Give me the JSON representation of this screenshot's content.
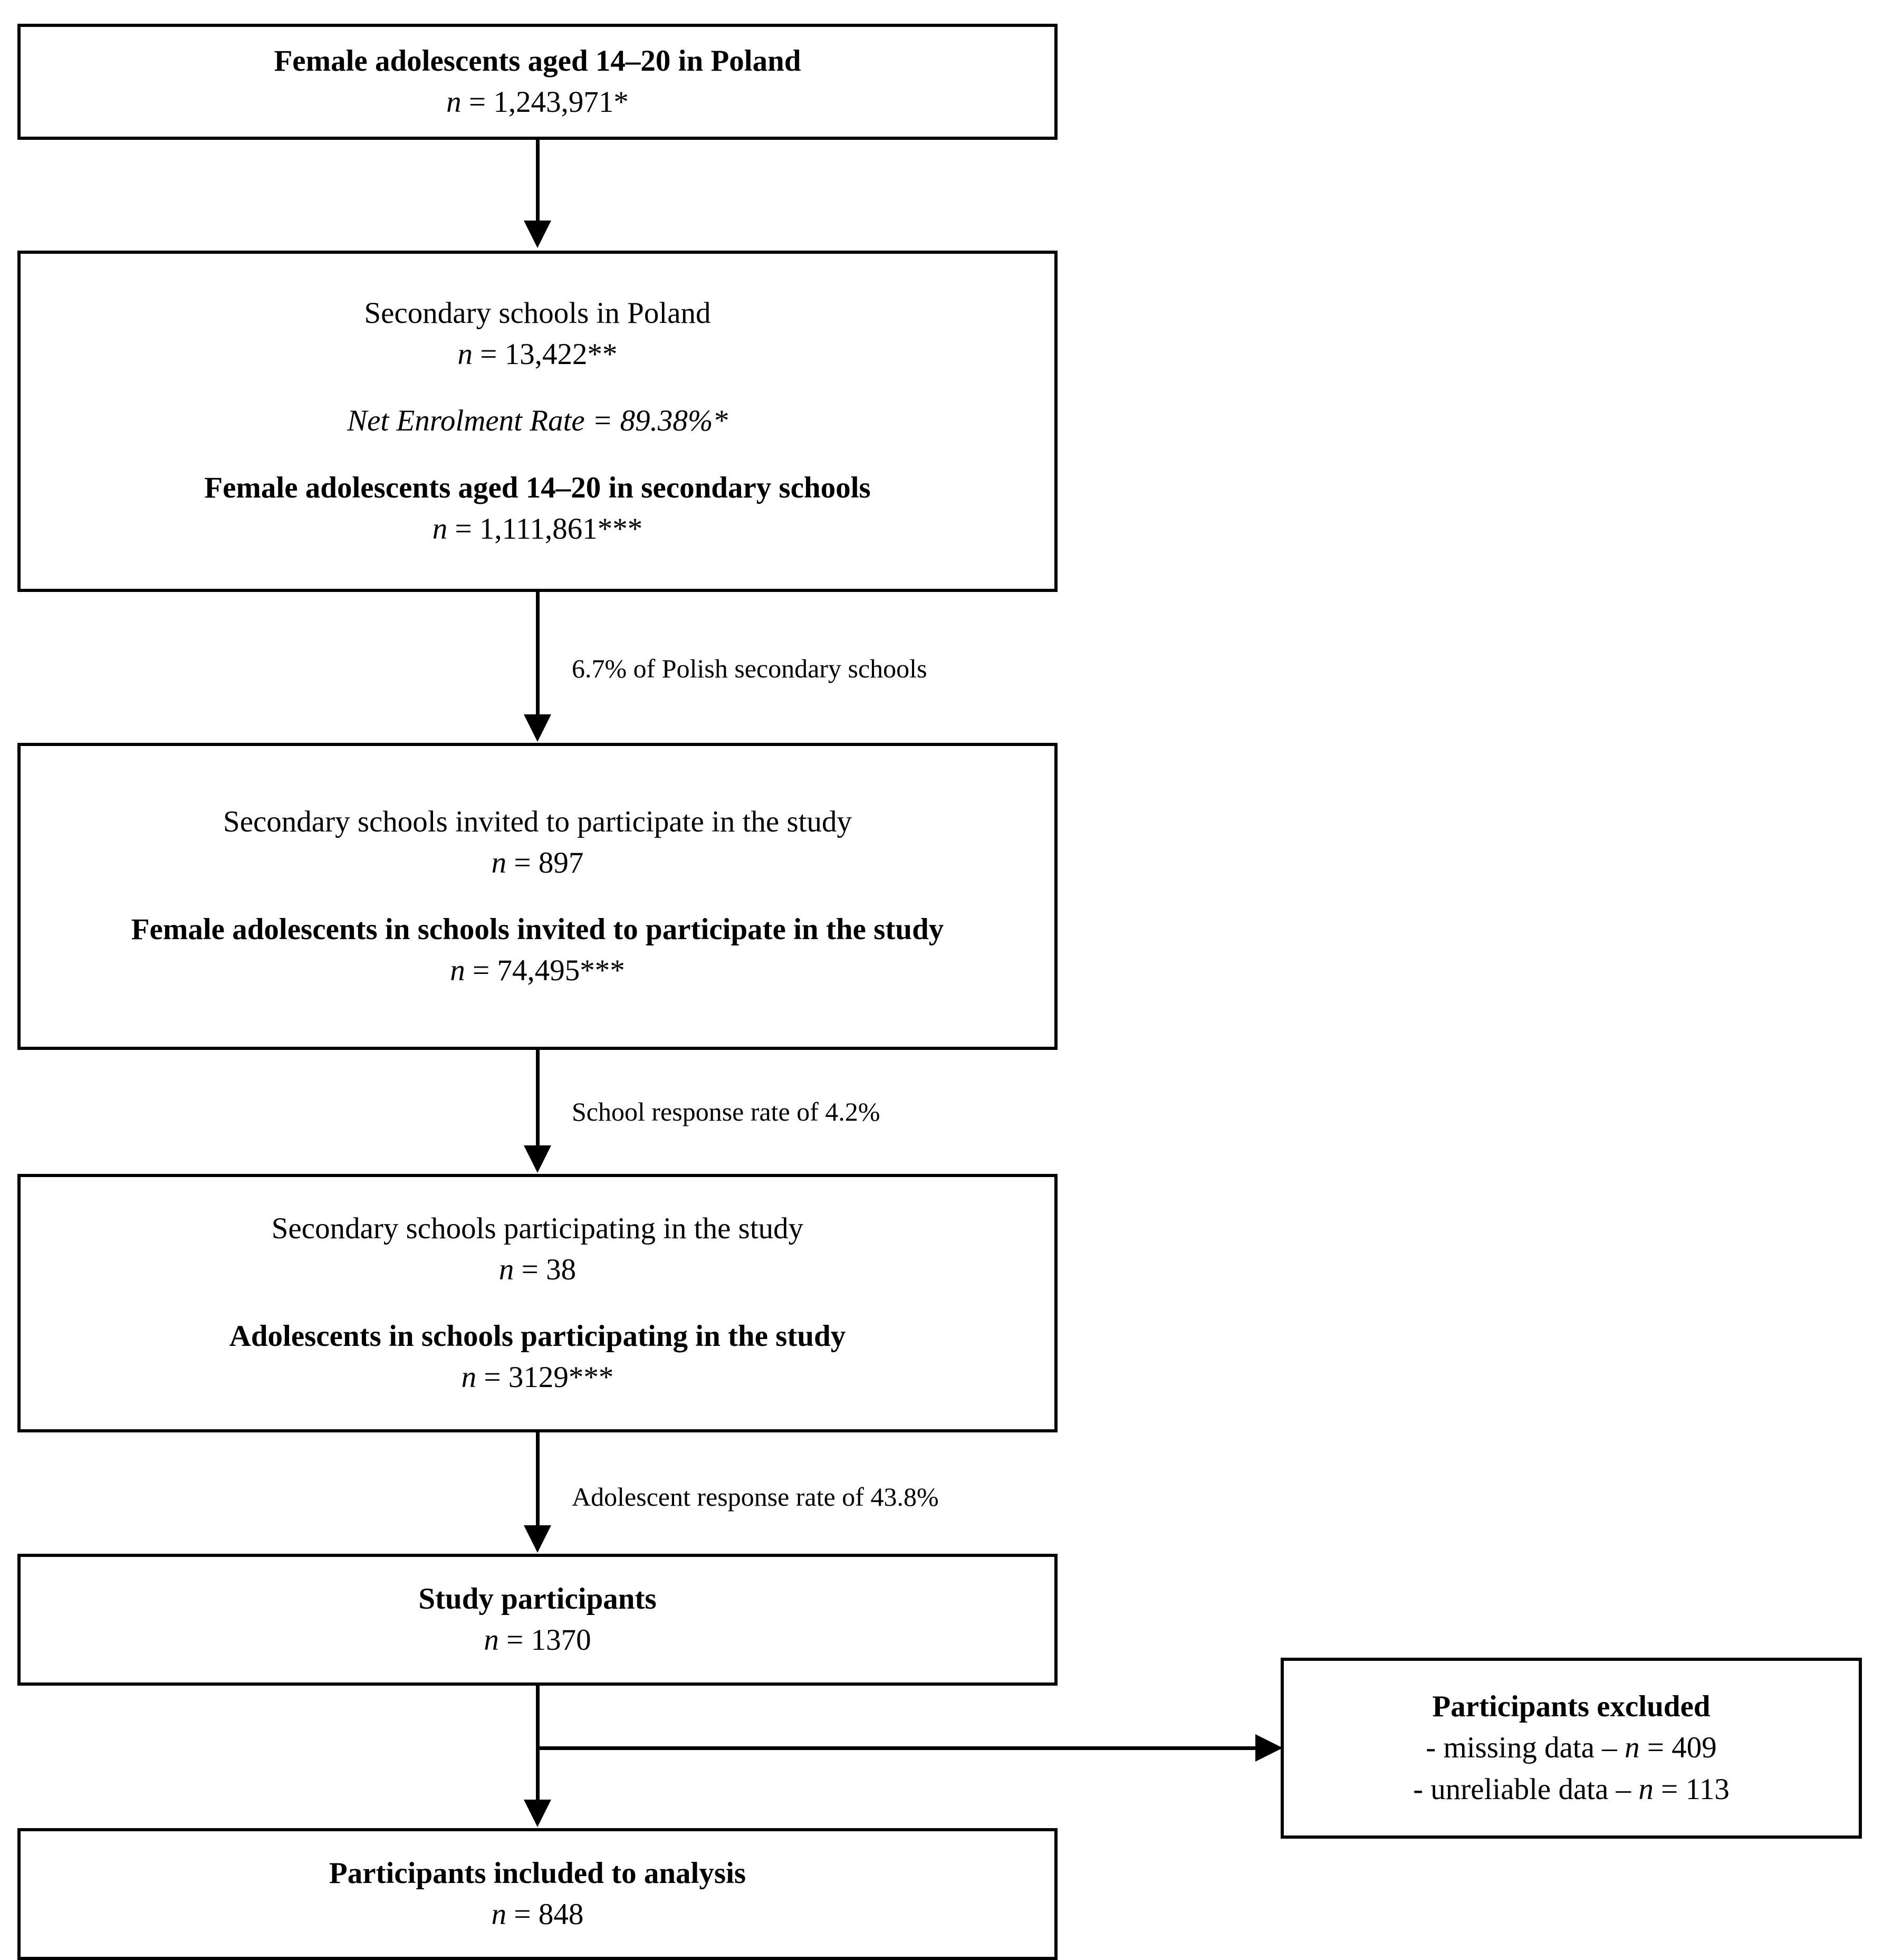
{
  "figure": {
    "type": "flow-diagram",
    "title": "Study participant selection flowchart",
    "nodes": [
      {
        "id": "population",
        "lines": [
          {
            "text": "Female adolescents aged 14–20 in Poland",
            "style": "bold"
          },
          {
            "text": "n = 1,243,971*",
            "style": "n-value"
          }
        ]
      },
      {
        "id": "secondary-schools",
        "lines": [
          {
            "text": "Secondary schools in Poland",
            "style": "plain"
          },
          {
            "text": "n = 13,422**",
            "style": "n-value"
          },
          {
            "text": "Net Enrolment Rate = 89.38%*",
            "style": "italic"
          },
          {
            "text": "Female adolescents aged 14–20 in secondary schools",
            "style": "bold"
          },
          {
            "text": "n = 1,111,861***",
            "style": "n-value"
          }
        ]
      },
      {
        "id": "schools-invited",
        "lines": [
          {
            "text": "Secondary schools invited to participate in the study",
            "style": "plain"
          },
          {
            "text": "n = 897",
            "style": "n-value"
          },
          {
            "text": "Female adolescents in schools invited to participate in the study",
            "style": "bold"
          },
          {
            "text": "n = 74,495***",
            "style": "n-value"
          }
        ]
      },
      {
        "id": "schools-participating",
        "lines": [
          {
            "text": "Secondary schools participating in the study",
            "style": "plain"
          },
          {
            "text": "n = 38",
            "style": "n-value"
          },
          {
            "text": "Adolescents in schools participating in the study",
            "style": "bold"
          },
          {
            "text": "n = 3129***",
            "style": "n-value"
          }
        ]
      },
      {
        "id": "study-participants",
        "lines": [
          {
            "text": "Study participants",
            "style": "bold"
          },
          {
            "text": "n = 1370",
            "style": "n-value"
          }
        ]
      },
      {
        "id": "participants-excluded",
        "lines": [
          {
            "text": "Participants excluded",
            "style": "bold"
          },
          {
            "text": "- missing data – n = 409",
            "style": "plain"
          },
          {
            "text": "- unreliable data – n = 113",
            "style": "plain"
          }
        ]
      },
      {
        "id": "participants-included",
        "lines": [
          {
            "text": "Participants included to analysis",
            "style": "bold"
          },
          {
            "text": "n = 848",
            "style": "n-value"
          }
        ]
      }
    ],
    "edge_labels": [
      {
        "id": "edge-1",
        "text": "6.7% of Polish secondary schools"
      },
      {
        "id": "edge-2",
        "text": "School response rate of 4.2%"
      },
      {
        "id": "edge-3",
        "text": "Adolescent response rate of 43.8%"
      }
    ],
    "colors": {
      "stroke": "#000000",
      "fill": "#ffffff",
      "text": "#000000"
    }
  },
  "box1": {
    "l1": "Female adolescents aged 14–20 in Poland",
    "l2_n": "n",
    "l2_rest": " = 1,243,971*"
  },
  "box2": {
    "l1": "Secondary schools in Poland",
    "l2_n": "n",
    "l2_rest": " = 13,422**",
    "l3": "Net Enrolment Rate = 89.38%*",
    "l4": "Female adolescents aged 14–20 in secondary schools",
    "l5_n": "n",
    "l5_rest": " = 1,111,861***"
  },
  "box3": {
    "l1": "Secondary schools invited to participate in the study",
    "l2_n": "n",
    "l2_rest": " = 897",
    "l3": "Female adolescents in schools invited to participate in the study",
    "l4_n": "n",
    "l4_rest": " = 74,495***"
  },
  "box4": {
    "l1": "Secondary schools participating in the study",
    "l2_n": "n",
    "l2_rest": " = 38",
    "l3": "Adolescents in schools participating in the study",
    "l4_n": "n",
    "l4_rest": " = 3129***"
  },
  "box5": {
    "l1": "Study participants",
    "l2_n": "n",
    "l2_rest": " = 1370"
  },
  "box6": {
    "l1": "Participants excluded",
    "l2_a": "- missing data – ",
    "l2_n": "n",
    "l2_rest": " = 409",
    "l3_a": "- unreliable data – ",
    "l3_n": "n",
    "l3_rest": " = 113"
  },
  "box7": {
    "l1": "Participants included to analysis",
    "l2_n": "n",
    "l2_rest": " = 848"
  },
  "labels": {
    "edge1": "6.7% of Polish secondary schools",
    "edge2": "School response rate of 4.2%",
    "edge3": "Adolescent response rate of 43.8%"
  }
}
